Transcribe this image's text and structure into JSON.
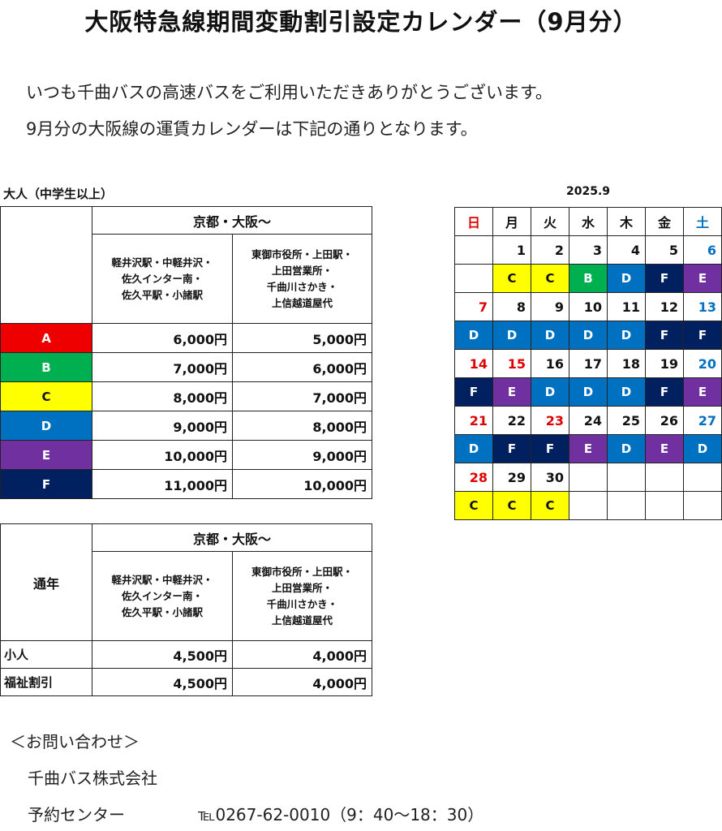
{
  "title": "大阪特急線期間変動割引設定カレンダー（9月分）",
  "intro": {
    "line1": "いつも千曲バスの高速バスをご利用いただきありがとうございます。",
    "line2": "9月分の大阪線の運賃カレンダーは下記の通りとなります。"
  },
  "adult": {
    "label": "大人（中学生以上）",
    "dest": "京都・大阪〜",
    "col1": [
      "軽井沢駅・中軽井沢・",
      "佐久インター南・",
      "佐久平駅・小諸駅"
    ],
    "col2": [
      "東御市役所・上田駅・",
      "上田営業所・",
      "千曲川さかき・",
      "上信越道屋代"
    ],
    "rows": [
      {
        "tier": "A",
        "color": "#ee0000",
        "p1": "6,000円",
        "p2": "5,000円"
      },
      {
        "tier": "B",
        "color": "#00b050",
        "p1": "7,000円",
        "p2": "6,000円"
      },
      {
        "tier": "C",
        "color": "#ffff00",
        "p1": "8,000円",
        "p2": "7,000円"
      },
      {
        "tier": "D",
        "color": "#0070c0",
        "p1": "9,000円",
        "p2": "8,000円"
      },
      {
        "tier": "E",
        "color": "#7030a0",
        "p1": "10,000円",
        "p2": "9,000円"
      },
      {
        "tier": "F",
        "color": "#002060",
        "p1": "11,000円",
        "p2": "10,000円"
      }
    ]
  },
  "yearround": {
    "label": "通年",
    "dest": "京都・大阪〜",
    "col1": [
      "軽井沢駅・中軽井沢・",
      "佐久インター南・",
      "佐久平駅・小諸駅"
    ],
    "col2": [
      "東御市役所・上田駅・",
      "上田営業所・",
      "千曲川さかき・",
      "上信越道屋代"
    ],
    "rows": [
      {
        "label": "小人",
        "p1": "4,500円",
        "p2": "4,000円"
      },
      {
        "label": "福祉割引",
        "p1": "4,500円",
        "p2": "4,000円"
      }
    ]
  },
  "calendar": {
    "title": "2025.9",
    "weekdays": [
      "日",
      "月",
      "火",
      "水",
      "木",
      "金",
      "土"
    ],
    "weekday_colors": [
      "#e00000",
      "#111111",
      "#111111",
      "#111111",
      "#111111",
      "#111111",
      "#0070c0"
    ],
    "weeks": [
      {
        "days": [
          "",
          "1",
          "2",
          "3",
          "4",
          "5",
          "6"
        ],
        "tiers": [
          "",
          "C",
          "C",
          "B",
          "D",
          "F",
          "E"
        ],
        "red": [
          false,
          false,
          false,
          false,
          false,
          false,
          false
        ]
      },
      {
        "days": [
          "7",
          "8",
          "9",
          "10",
          "11",
          "12",
          "13"
        ],
        "tiers": [
          "D",
          "D",
          "D",
          "D",
          "D",
          "F",
          "F"
        ],
        "red": [
          true,
          false,
          false,
          false,
          false,
          false,
          false
        ]
      },
      {
        "days": [
          "14",
          "15",
          "16",
          "17",
          "18",
          "19",
          "20"
        ],
        "tiers": [
          "F",
          "E",
          "D",
          "D",
          "D",
          "F",
          "E"
        ],
        "red": [
          true,
          true,
          false,
          false,
          false,
          false,
          false
        ]
      },
      {
        "days": [
          "21",
          "22",
          "23",
          "24",
          "25",
          "26",
          "27"
        ],
        "tiers": [
          "D",
          "F",
          "F",
          "E",
          "D",
          "E",
          "D"
        ],
        "red": [
          true,
          false,
          true,
          false,
          false,
          false,
          false
        ]
      },
      {
        "days": [
          "28",
          "29",
          "30",
          "",
          "",
          "",
          ""
        ],
        "tiers": [
          "C",
          "C",
          "C",
          "",
          "",
          "",
          ""
        ],
        "red": [
          true,
          false,
          false,
          false,
          false,
          false,
          false
        ]
      }
    ]
  },
  "contact": {
    "heading": "＜お問い合わせ＞",
    "company": "千曲バス株式会社",
    "center": "予約センター",
    "tel": "℡0267-62-0010（9：40〜18：30）"
  }
}
